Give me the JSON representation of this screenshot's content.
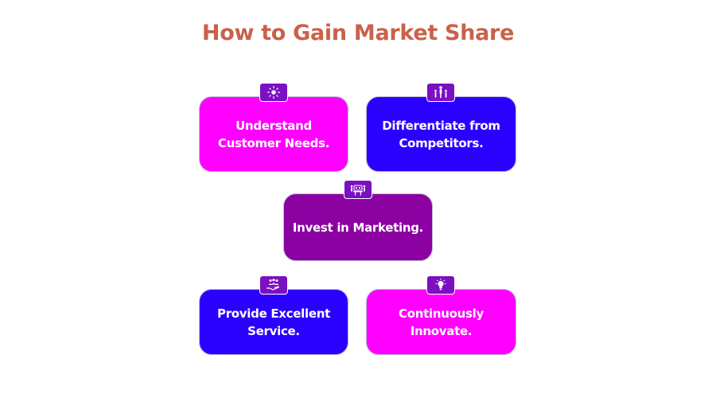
{
  "title": "How to Gain Market Share",
  "colors": {
    "title": "#c8624a",
    "magenta": "#ff00ff",
    "blue": "#2a00ff",
    "purple": "#8a00a0",
    "badge": "#7b0fc2"
  },
  "cards": [
    {
      "label_line1": "Understand",
      "label_line2": "Customer Needs.",
      "icon": "target-people-icon"
    },
    {
      "label_line1": "Differentiate from",
      "label_line2": "Competitors.",
      "icon": "standout-person-icon"
    },
    {
      "label_line1": "Invest in Marketing.",
      "label_line2": "",
      "icon": "marketing-meeting-icon"
    },
    {
      "label_line1": "Provide Excellent",
      "label_line2": "Service.",
      "icon": "hand-service-icon"
    },
    {
      "label_line1": "Continuously",
      "label_line2": "Innovate.",
      "icon": "lightbulb-icon"
    }
  ]
}
